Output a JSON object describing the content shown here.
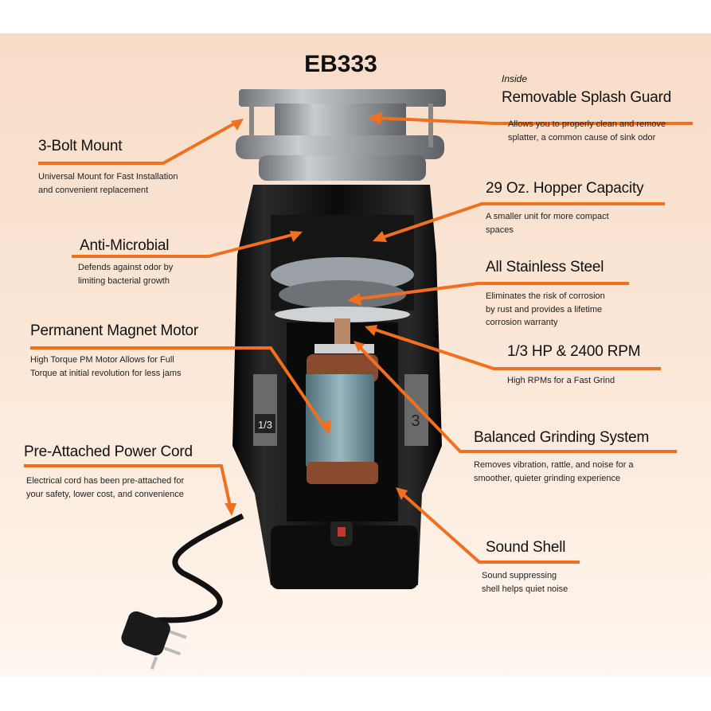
{
  "title": "EB333",
  "accent_color": "#f07020",
  "callouts": {
    "splash_guard": {
      "prefix": "Inside",
      "heading": "Removable Splash Guard",
      "desc": [
        "Allows you to properly clean and remove",
        "splatter, a common cause of sink odor"
      ]
    },
    "bolt_mount": {
      "heading": "3-Bolt Mount",
      "desc": [
        "Universal Mount for Fast Installation",
        "and convenient replacement"
      ]
    },
    "hopper": {
      "heading": "29 Oz. Hopper Capacity",
      "desc": [
        "A smaller unit for more compact",
        "spaces"
      ]
    },
    "anti_microbial": {
      "heading": "Anti-Microbial",
      "desc": [
        "Defends against odor by",
        "limiting bacterial growth"
      ]
    },
    "stainless": {
      "heading": "All Stainless Steel",
      "desc": [
        "Eliminates the risk of corrosion",
        "by rust and provides a lifetime",
        "corrosion warranty"
      ]
    },
    "motor": {
      "heading": "Permanent Magnet Motor",
      "desc": [
        "High Torque PM Motor Allows for Full",
        "Torque at initial revolution for less jams"
      ]
    },
    "hp_rpm": {
      "heading": "1/3 HP & 2400 RPM",
      "desc": [
        "High RPMs for a Fast Grind"
      ]
    },
    "balanced": {
      "heading": "Balanced Grinding System",
      "desc": [
        "Removes vibration, rattle, and noise for a",
        "smoother, quieter grinding experience"
      ]
    },
    "power_cord": {
      "heading": "Pre-Attached Power Cord",
      "desc": [
        "Electrical cord has been pre-attached for",
        "your safety, lower cost, and convenience"
      ]
    },
    "sound_shell": {
      "heading": "Sound Shell",
      "desc": [
        "Sound suppressing",
        "shell helps quiet noise"
      ]
    }
  },
  "product_labels": {
    "left": "1/3",
    "right": "3"
  }
}
